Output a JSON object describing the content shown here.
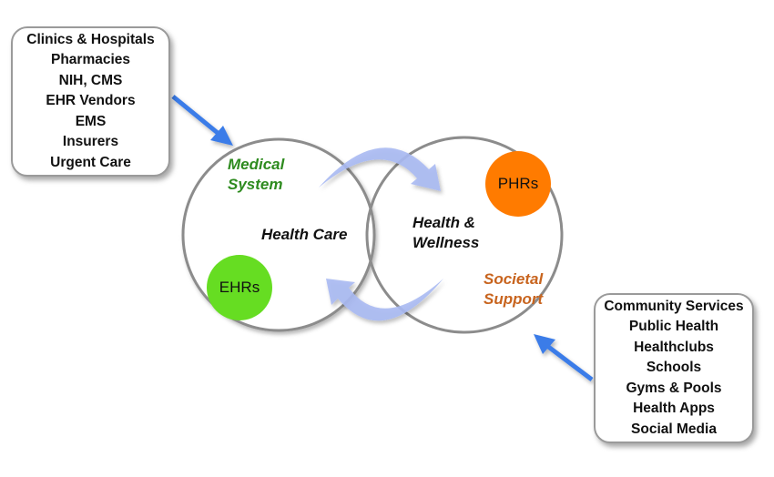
{
  "left_box": {
    "items": [
      "Clinics & Hospitals",
      "Pharmacies",
      "NIH, CMS",
      "EHR Vendors",
      "EMS",
      "Insurers",
      "Urgent Care"
    ]
  },
  "right_box": {
    "items": [
      "Community Services",
      "Public Health",
      "Healthclubs",
      "Schools",
      "Gyms & Pools",
      "Health Apps",
      "Social Media"
    ]
  },
  "labels": {
    "medical_line1": "Medical",
    "medical_line2": "System",
    "health_care": "Health Care",
    "wellness_line1": "Health &",
    "wellness_line2": "Wellness",
    "societal_line1": "Societal",
    "societal_line2": "Support"
  },
  "badges": {
    "phrs": "PHRs",
    "ehrs": "EHRs"
  },
  "colors": {
    "medical": "#2e8b1f",
    "societal": "#c8641e",
    "phrs": "#ff7b00",
    "ehrs": "#66dd22",
    "arrow_blue": "#3b7be8",
    "cycle_arrow": "#a9b9f2",
    "circle_stroke": "#8c8c8c"
  }
}
